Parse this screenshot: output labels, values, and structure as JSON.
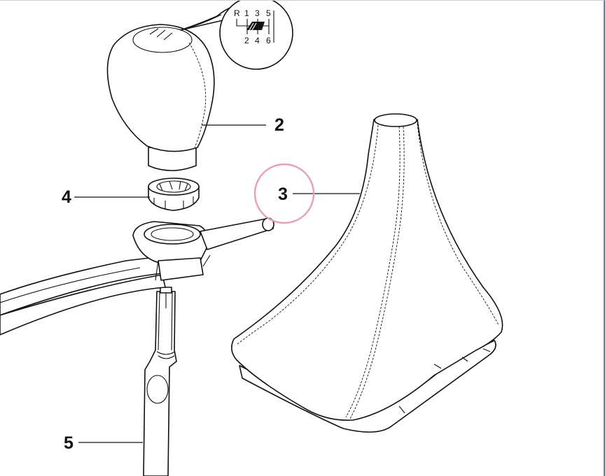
{
  "callouts": {
    "part2": "2",
    "part3": "3",
    "part4": "4",
    "part5": "5"
  },
  "shift_pattern": {
    "top": [
      "R",
      "1",
      "3",
      "5"
    ],
    "bottom": [
      "2",
      "4",
      "6"
    ]
  },
  "colors": {
    "line": "#111111",
    "highlight": "#e79cc0",
    "background": "#ffffff"
  },
  "highlighted_callout": "3"
}
